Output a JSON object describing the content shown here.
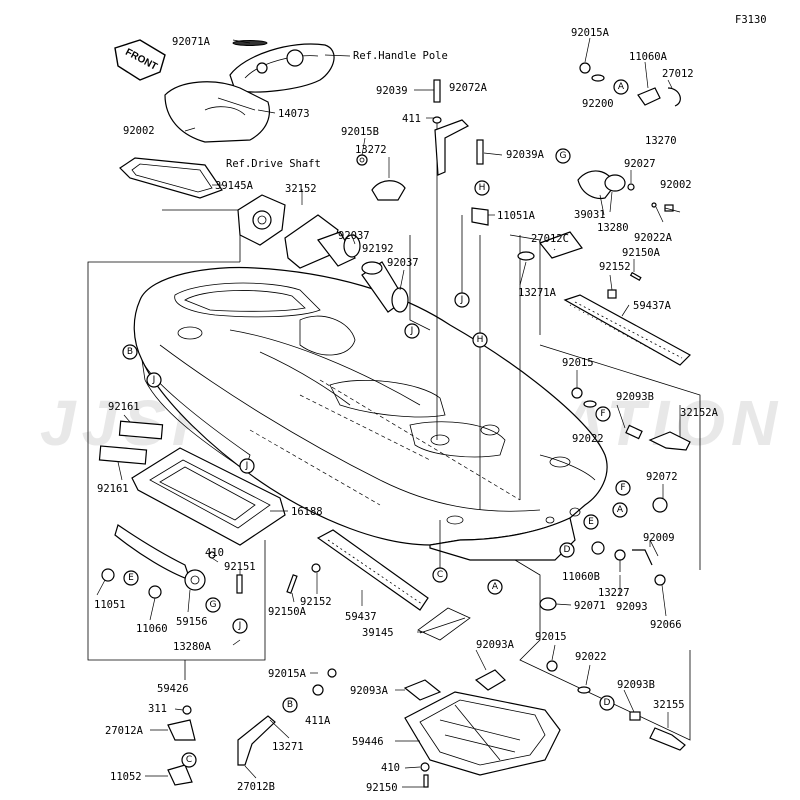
{
  "figure_code": "F3130",
  "front_label": "FRONT",
  "watermark": "JJSP CORPORATION",
  "refs": {
    "handle_pole": "Ref.Handle Pole",
    "drive_shaft": "Ref.Drive Shaft"
  },
  "parts": {
    "p92071A": "92071A",
    "p14073": "14073",
    "p92002a": "92002",
    "p39145A": "39145A",
    "p32152": "32152",
    "p92037a": "92037",
    "p92192": "92192",
    "p92037b": "92037",
    "p92039": "92039",
    "p92072A": "92072A",
    "p411": "411",
    "p92015B": "92015B",
    "p13272": "13272",
    "p92039A": "92039A",
    "p11051A": "11051A",
    "p92015A_top": "92015A",
    "p11060A": "11060A",
    "p27012": "27012",
    "p92200": "92200",
    "p13270": "13270",
    "p92027": "92027",
    "p92002b": "92002",
    "p39031": "39031",
    "p13280": "13280",
    "p92022A": "92022A",
    "p27012C": "27012C",
    "p92150A_r": "92150A",
    "p92152_r": "92152",
    "p13271A": "13271A",
    "p59437A": "59437A",
    "p92015_r": "92015",
    "p92093B_r": "92093B",
    "p32152A": "32152A",
    "p92022_r": "92022",
    "p92072": "92072",
    "p92161a": "92161",
    "p92161b": "92161",
    "p16188": "16188",
    "p410a": "410",
    "p92151": "92151",
    "p11051": "11051",
    "p11060": "11060",
    "p59156": "59156",
    "p92150A_l": "92150A",
    "p92152_l": "92152",
    "p59437": "59437",
    "p39145": "39145",
    "p13280A": "13280A",
    "p59426": "59426",
    "p92071": "92071",
    "p11060B": "11060B",
    "p13227": "13227",
    "p92009": "92009",
    "p92093": "92093",
    "p92066": "92066",
    "p92015A_b": "92015A",
    "p92093A_a": "92093A",
    "p92093A_b": "92093A",
    "p411A": "411A",
    "p311": "311",
    "p27012A": "27012A",
    "p11052": "11052",
    "p13271": "13271",
    "p27012B": "27012B",
    "p59446": "59446",
    "p410b": "410",
    "p92150": "92150",
    "p92015_b": "92015",
    "p92022_b": "92022",
    "p92093B_b": "92093B",
    "p32155": "32155"
  },
  "callouts": [
    "A",
    "B",
    "C",
    "D",
    "E",
    "F",
    "G",
    "H",
    "J"
  ]
}
